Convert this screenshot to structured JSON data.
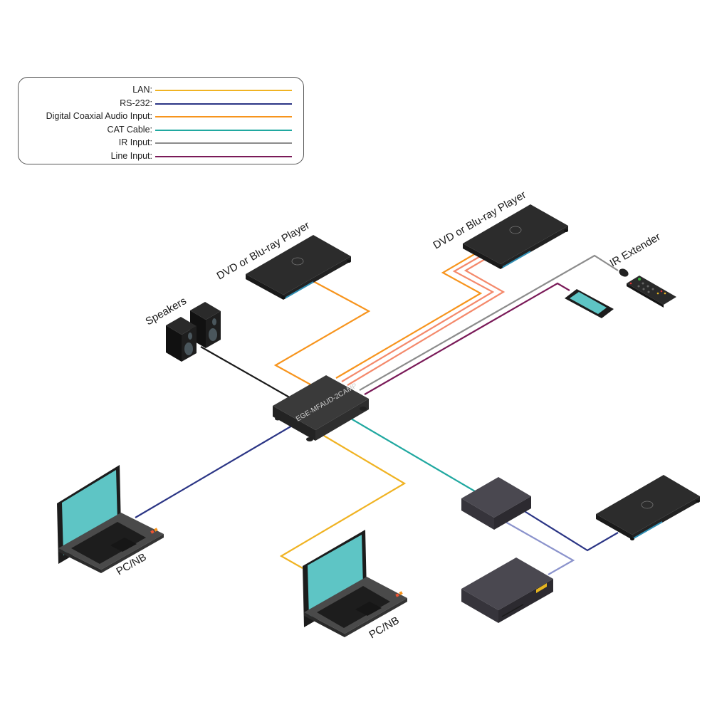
{
  "legend": {
    "items": [
      {
        "label": "LAN:",
        "color": "#f0b323"
      },
      {
        "label": "RS-232:",
        "color": "#2b3585"
      },
      {
        "label": "Digital Coaxial Audio Input:",
        "color": "#f7941d"
      },
      {
        "label": "CAT Cable:",
        "color": "#20a8a0"
      },
      {
        "label": "IR Input:",
        "color": "#8c8c8c"
      },
      {
        "label": "Line Input:",
        "color": "#7a1a58"
      }
    ]
  },
  "labels": {
    "dvd_player_1": "DVD or Blu-ray Player",
    "dvd_player_2": "DVD or Blu-ray Player",
    "ir_extender": "IR Extender",
    "speakers": "Speakers",
    "pc_1": "PC/NB",
    "pc_2": "PC/NB",
    "hub_model": "EGE-MFAUD-2CAMP"
  },
  "colors": {
    "lan": "#f0b323",
    "rs232": "#2b3585",
    "coax": "#f7941d",
    "coax_light": "#f4896b",
    "cat": "#20a8a0",
    "ir": "#8c8c8c",
    "line": "#7a1a58",
    "speaker_cable": "#1a1a1a",
    "rs232_light": "#8b93cc",
    "device_dark": "#2b2b2b",
    "screen": "#5ec5c5"
  }
}
